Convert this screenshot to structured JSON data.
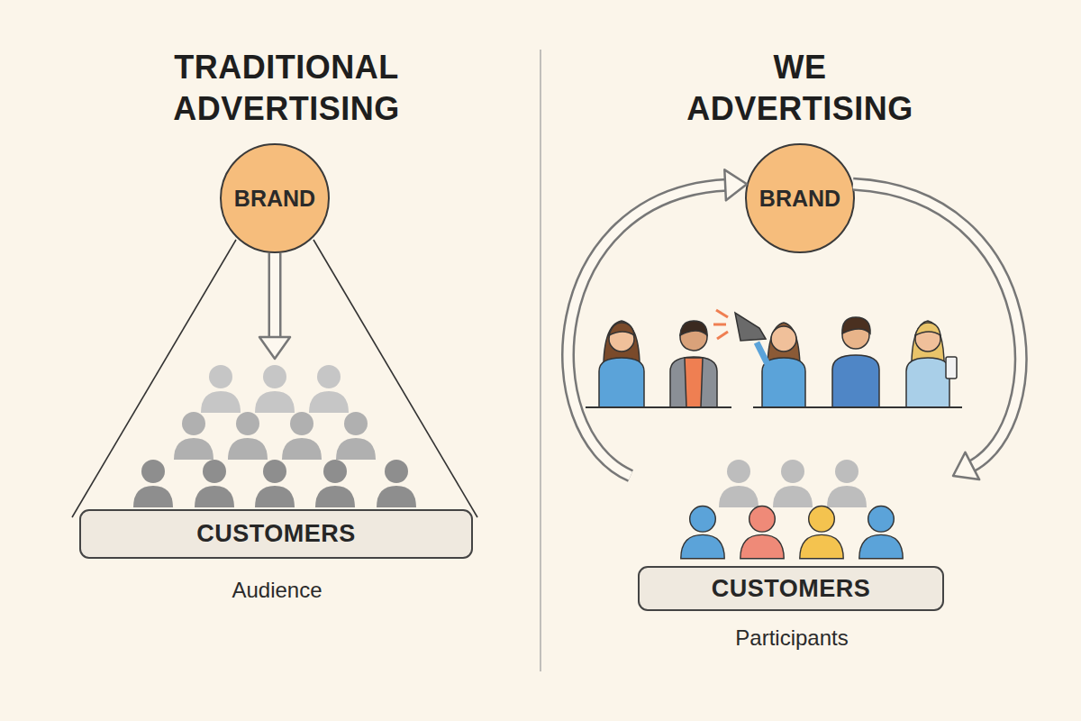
{
  "diagram": {
    "nodes": [
      {
        "text": [
          "BRAND"
        ]
      },
      {
        "text": [
          "CUSTOMERS",
          "Audience"
        ]
      },
      {
        "text": [
          "BRAND"
        ]
      },
      {
        "text": [
          "CUSTOMERS",
          "Participants"
        ]
      }
    ],
    "edges": [
      {
        "from": 0,
        "to": 1,
        "arrow": "to"
      },
      {
        "from": 2,
        "to": 3,
        "arrow": "to"
      },
      {
        "from": 3,
        "to": 2,
        "arrow": "to"
      }
    ],
    "labels": [
      "TRADITIONAL ADVERTISING",
      "WE ADVERTISING"
    ]
  }
}
